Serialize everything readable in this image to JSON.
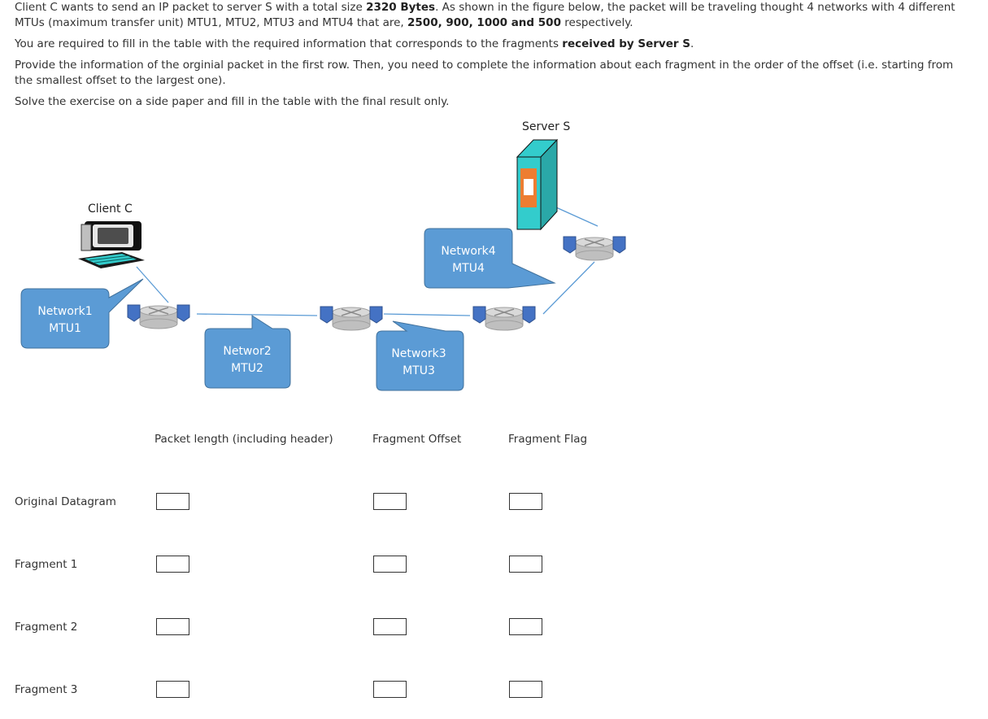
{
  "intro": {
    "p1_a": "Client C wants to send an IP packet to server S with a total size ",
    "p1_size": "2320 Bytes",
    "p1_b": ". As shown in the figure below, the packet will be traveling thought 4 networks with 4 different MTUs (maximum transfer unit) MTU1, MTU2, MTU3 and MTU4 that are, ",
    "p1_mtus": "2500, 900, 1000 and 500",
    "p1_c": " respectively.",
    "p2_a": "You are required to fill in the table with the required information that corresponds to the fragments ",
    "p2_bold": "received by Server S",
    "p2_c": ".",
    "p3": "Provide the information of the orginial packet in the first row. Then, you need to complete the information about each fragment in the order of the offset (i.e. starting from the smallest offset to the largest one).",
    "p4": "Solve the exercise on a side paper and fill in the table with the final result only."
  },
  "diagram": {
    "client_label": "Client C",
    "server_label": "Server S",
    "callouts": [
      {
        "line1": "Network1",
        "line2": "MTU1"
      },
      {
        "line1": "Networ2",
        "line2": "MTU2"
      },
      {
        "line1": "Network3",
        "line2": "MTU3"
      },
      {
        "line1": "Network4",
        "line2": "MTU4"
      }
    ],
    "colors": {
      "callout": "#5b9bd5",
      "callout_border": "#41719c",
      "server": "#33cccc",
      "server_panel": "#ed7d31",
      "router_end": "#4472c4",
      "link": "#5b9bd5"
    }
  },
  "table": {
    "columns": [
      "Packet length (including header)",
      "Fragment Offset",
      "Fragment Flag"
    ],
    "rows": [
      {
        "label": "Original Datagram",
        "values": [
          "",
          "",
          ""
        ]
      },
      {
        "label": "Fragment 1",
        "values": [
          "",
          "",
          ""
        ]
      },
      {
        "label": "Fragment 2",
        "values": [
          "",
          "",
          ""
        ]
      },
      {
        "label": "Fragment 3",
        "values": [
          "",
          "",
          ""
        ]
      }
    ]
  }
}
